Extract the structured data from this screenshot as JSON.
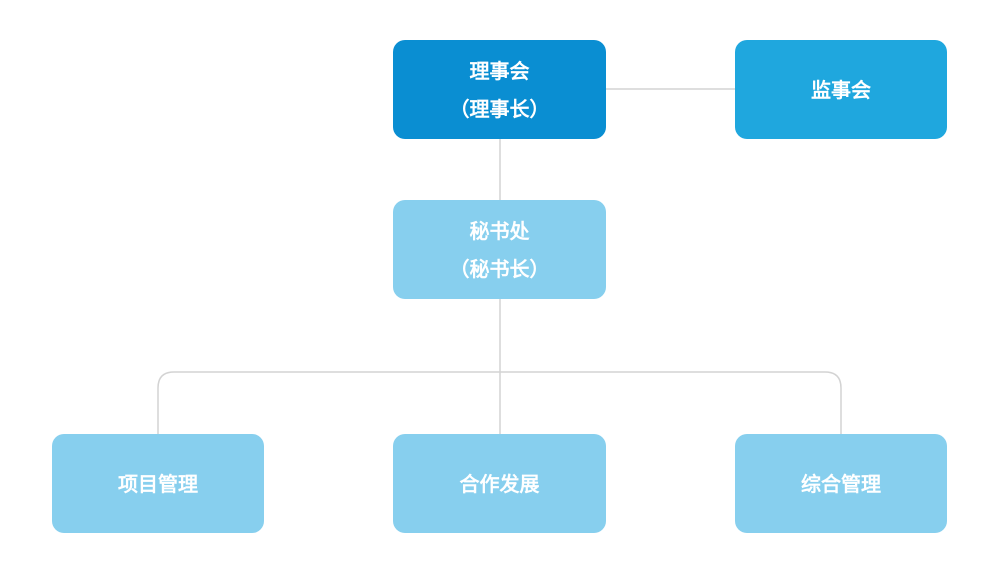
{
  "colors": {
    "dark": "#0a8ed2",
    "medium": "#1fa7de",
    "light": "#87cfee",
    "connector": "#d3d3d3"
  },
  "nodes": {
    "board": {
      "title": "理事会",
      "subtitle": "（理事长）",
      "color": "dark"
    },
    "supervisor": {
      "title": "监事会",
      "color": "medium"
    },
    "secretariat": {
      "title": "秘书处",
      "subtitle": "（秘书长）",
      "color": "light"
    },
    "project": {
      "title": "项目管理",
      "color": "light"
    },
    "coop": {
      "title": "合作发展",
      "color": "light"
    },
    "general": {
      "title": "综合管理",
      "color": "light"
    }
  }
}
